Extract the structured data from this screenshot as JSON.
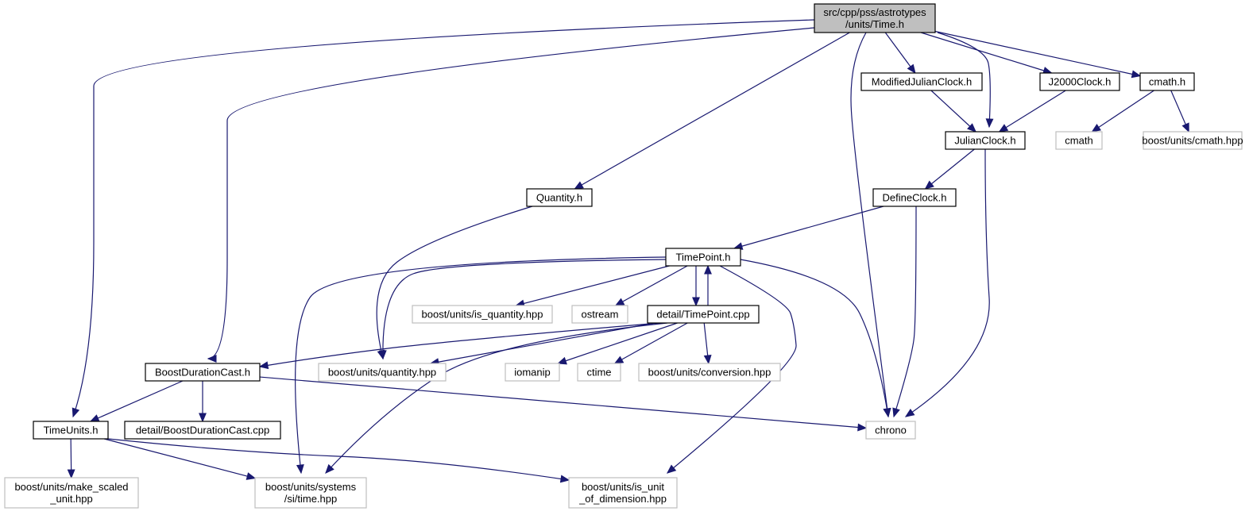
{
  "colors": {
    "edge": "#191970",
    "root_fill": "#bfbfbf",
    "documented_border": "#000000",
    "external_border": "#bfbfbf"
  },
  "nodes": [
    {
      "id": "time_h",
      "kind": "root",
      "lines": [
        "src/cpp/pss/astrotypes",
        "/units/Time.h"
      ]
    },
    {
      "id": "modified_julian",
      "kind": "documented",
      "lines": [
        "ModifiedJulianClock.h"
      ]
    },
    {
      "id": "j2000",
      "kind": "documented",
      "lines": [
        "J2000Clock.h"
      ]
    },
    {
      "id": "cmath_h",
      "kind": "documented",
      "lines": [
        "cmath.h"
      ]
    },
    {
      "id": "cmath",
      "kind": "external",
      "lines": [
        "cmath"
      ]
    },
    {
      "id": "boost_cmath",
      "kind": "external",
      "lines": [
        "boost/units/cmath.hpp"
      ]
    },
    {
      "id": "julian",
      "kind": "documented",
      "lines": [
        "JulianClock.h"
      ]
    },
    {
      "id": "quantity_h",
      "kind": "documented",
      "lines": [
        "Quantity.h"
      ]
    },
    {
      "id": "define_clock",
      "kind": "documented",
      "lines": [
        "DefineClock.h"
      ]
    },
    {
      "id": "timepoint_h",
      "kind": "documented",
      "lines": [
        "TimePoint.h"
      ]
    },
    {
      "id": "is_quantity",
      "kind": "external",
      "lines": [
        "boost/units/is_quantity.hpp"
      ]
    },
    {
      "id": "ostream",
      "kind": "external",
      "lines": [
        "ostream"
      ]
    },
    {
      "id": "timepoint_cpp",
      "kind": "documented",
      "lines": [
        "detail/TimePoint.cpp"
      ]
    },
    {
      "id": "boost_duration",
      "kind": "documented",
      "lines": [
        "BoostDurationCast.h"
      ]
    },
    {
      "id": "boost_quantity",
      "kind": "external",
      "lines": [
        "boost/units/quantity.hpp"
      ]
    },
    {
      "id": "iomanip",
      "kind": "external",
      "lines": [
        "iomanip"
      ]
    },
    {
      "id": "ctime",
      "kind": "external",
      "lines": [
        "ctime"
      ]
    },
    {
      "id": "conversion",
      "kind": "external",
      "lines": [
        "boost/units/conversion.hpp"
      ]
    },
    {
      "id": "time_units",
      "kind": "documented",
      "lines": [
        "TimeUnits.h"
      ]
    },
    {
      "id": "duration_cpp",
      "kind": "documented",
      "lines": [
        "detail/BoostDurationCast.cpp"
      ]
    },
    {
      "id": "chrono",
      "kind": "external",
      "lines": [
        "chrono"
      ]
    },
    {
      "id": "make_scaled",
      "kind": "external",
      "lines": [
        "boost/units/make_scaled",
        "_unit.hpp"
      ]
    },
    {
      "id": "si_time",
      "kind": "external",
      "lines": [
        "boost/units/systems",
        "/si/time.hpp"
      ]
    },
    {
      "id": "is_unit",
      "kind": "external",
      "lines": [
        "boost/units/is_unit",
        "_of_dimension.hpp"
      ]
    }
  ],
  "edges": [
    {
      "from": "time_h",
      "to": "time_units"
    },
    {
      "from": "time_h",
      "to": "boost_duration"
    },
    {
      "from": "time_h",
      "to": "quantity_h"
    },
    {
      "from": "time_h",
      "to": "chrono"
    },
    {
      "from": "time_h",
      "to": "modified_julian"
    },
    {
      "from": "time_h",
      "to": "julian"
    },
    {
      "from": "time_h",
      "to": "j2000"
    },
    {
      "from": "time_h",
      "to": "cmath_h"
    },
    {
      "from": "modified_julian",
      "to": "julian"
    },
    {
      "from": "j2000",
      "to": "julian"
    },
    {
      "from": "cmath_h",
      "to": "cmath"
    },
    {
      "from": "cmath_h",
      "to": "boost_cmath"
    },
    {
      "from": "julian",
      "to": "define_clock"
    },
    {
      "from": "julian",
      "to": "chrono"
    },
    {
      "from": "quantity_h",
      "to": "boost_quantity"
    },
    {
      "from": "define_clock",
      "to": "timepoint_h"
    },
    {
      "from": "define_clock",
      "to": "chrono"
    },
    {
      "from": "timepoint_h",
      "to": "is_quantity"
    },
    {
      "from": "timepoint_h",
      "to": "ostream"
    },
    {
      "from": "timepoint_h",
      "to": "timepoint_cpp"
    },
    {
      "from": "timepoint_cpp",
      "to": "timepoint_h"
    },
    {
      "from": "timepoint_h",
      "to": "boost_quantity"
    },
    {
      "from": "timepoint_h",
      "to": "si_time"
    },
    {
      "from": "timepoint_h",
      "to": "chrono"
    },
    {
      "from": "timepoint_h",
      "to": "is_unit"
    },
    {
      "from": "timepoint_cpp",
      "to": "boost_duration"
    },
    {
      "from": "timepoint_cpp",
      "to": "boost_quantity"
    },
    {
      "from": "timepoint_cpp",
      "to": "iomanip"
    },
    {
      "from": "timepoint_cpp",
      "to": "ctime"
    },
    {
      "from": "timepoint_cpp",
      "to": "conversion"
    },
    {
      "from": "timepoint_cpp",
      "to": "si_time"
    },
    {
      "from": "boost_duration",
      "to": "time_units"
    },
    {
      "from": "boost_duration",
      "to": "duration_cpp"
    },
    {
      "from": "boost_duration",
      "to": "chrono"
    },
    {
      "from": "time_units",
      "to": "make_scaled"
    },
    {
      "from": "time_units",
      "to": "si_time"
    },
    {
      "from": "time_units",
      "to": "is_unit"
    }
  ]
}
